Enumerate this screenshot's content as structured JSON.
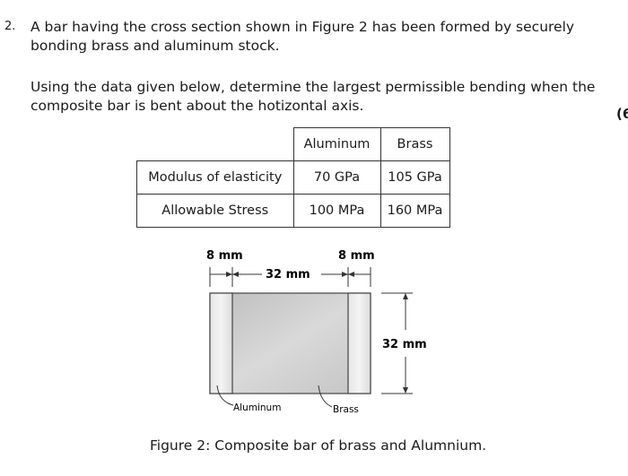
{
  "question": {
    "number": "2.",
    "para1": "A bar having the cross section shown in Figure 2 has been formed by securely bonding brass and aluminum stock.",
    "para2": "Using the data given below, determine the largest permissible bending when the composite bar is bent about the hotizontal axis.",
    "marks": "(6"
  },
  "table": {
    "headers": [
      "Aluminum",
      "Brass"
    ],
    "rows": [
      {
        "label": "Modulus of elasticity",
        "aluminum": "70 GPa",
        "brass": "105 GPa"
      },
      {
        "label": "Allowable Stress",
        "aluminum": "100 MPa",
        "brass": "160 MPa"
      }
    ]
  },
  "figure": {
    "dim_left": "8 mm",
    "dim_right": "8 mm",
    "dim_middle": "32 mm",
    "dim_height": "32 mm",
    "label_aluminum": "Aluminum",
    "label_brass": "Brass",
    "caption": "Figure 2: Composite bar of brass and Alumnium."
  }
}
